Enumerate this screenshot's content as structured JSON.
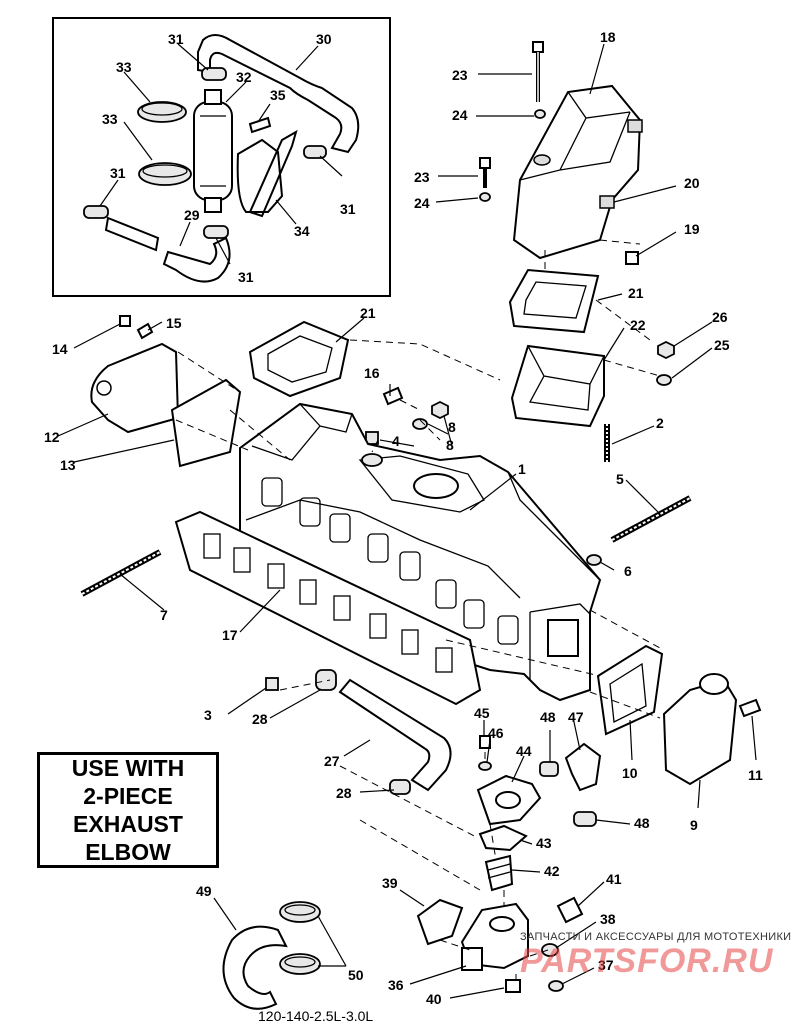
{
  "diagram": {
    "note_lines": [
      "USE WITH",
      "2-PIECE",
      "EXHAUST",
      "ELBOW"
    ],
    "caption": "120-140-2.5L-3.0L",
    "watermark_small": "ЗАПЧАСТИ И АКСЕССУАРЫ ДЛЯ МОТОТЕХНИКИ",
    "watermark_main": "PARTSFOR.RU",
    "callouts": {
      "c1": "1",
      "c2": "2",
      "c3": "3",
      "c4": "4",
      "c5": "5",
      "c6": "6",
      "c7": "7",
      "c8a": "8",
      "c8b": "8",
      "c9": "9",
      "c10": "10",
      "c11": "11",
      "c12": "12",
      "c13": "13",
      "c14": "14",
      "c15": "15",
      "c16": "16",
      "c17": "17",
      "c18": "18",
      "c19": "19",
      "c20": "20",
      "c21a": "21",
      "c21b": "21",
      "c22": "22",
      "c23a": "23",
      "c23b": "23",
      "c24a": "24",
      "c24b": "24",
      "c25": "25",
      "c26": "26",
      "c27": "27",
      "c28a": "28",
      "c28b": "28",
      "c29": "29",
      "c30": "30",
      "c31a": "31",
      "c31b": "31",
      "c31c": "31",
      "c31d": "31",
      "c32": "32",
      "c33a": "33",
      "c33b": "33",
      "c34": "34",
      "c35": "35",
      "c36": "36",
      "c37": "37",
      "c38": "38",
      "c39": "39",
      "c40": "40",
      "c41": "41",
      "c42": "42",
      "c43": "43",
      "c44": "44",
      "c45": "45",
      "c46": "46",
      "c47": "47",
      "c48a": "48",
      "c48b": "48",
      "c49": "49",
      "c50": "50"
    }
  }
}
